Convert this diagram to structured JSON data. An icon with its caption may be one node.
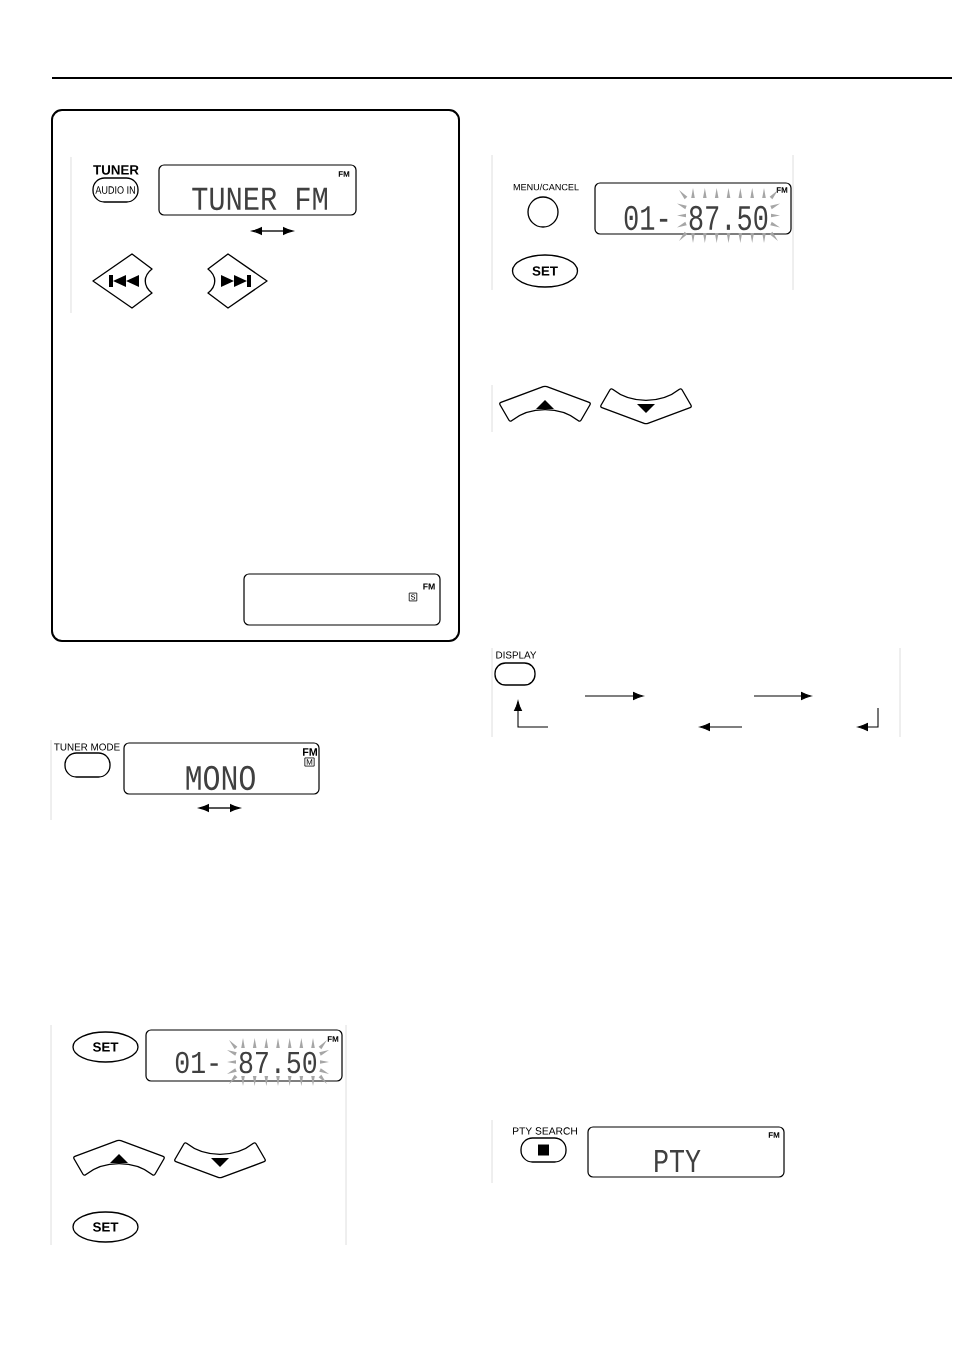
{
  "diagram": {
    "nodes": [
      {
        "text": [],
        "shape": "box"
      },
      {
        "text": [
          "TUNER",
          "AUDIO IN"
        ],
        "in": 0
      },
      {
        "text": [
          "TUNER FM",
          "FM"
        ],
        "in": 0
      },
      {
        "text": [],
        "shape": "button",
        "in": 0
      },
      {
        "text": [],
        "shape": "button",
        "in": 0
      },
      {
        "text": [
          "FM",
          "S"
        ],
        "in": 0
      },
      {
        "text": [
          "TUNER MODE"
        ]
      },
      {
        "text": [
          "MONO",
          "FM",
          "M"
        ]
      },
      {
        "text": [
          "SET"
        ]
      },
      {
        "text": [
          "01- 87.50",
          "FM"
        ]
      },
      {
        "text": [],
        "shape": "button"
      },
      {
        "text": [],
        "shape": "button"
      },
      {
        "text": [
          "SET"
        ]
      },
      {
        "text": [
          "MENU/CANCEL"
        ]
      },
      {
        "text": [
          "01- 87.50",
          "FM"
        ]
      },
      {
        "text": [
          "SET"
        ]
      },
      {
        "text": [],
        "shape": "button"
      },
      {
        "text": [],
        "shape": "button"
      },
      {
        "text": [
          "DISPLAY"
        ]
      },
      {
        "text": [
          "PTY SEARCH"
        ]
      },
      {
        "text": [
          "PTY",
          "FM"
        ]
      }
    ]
  }
}
